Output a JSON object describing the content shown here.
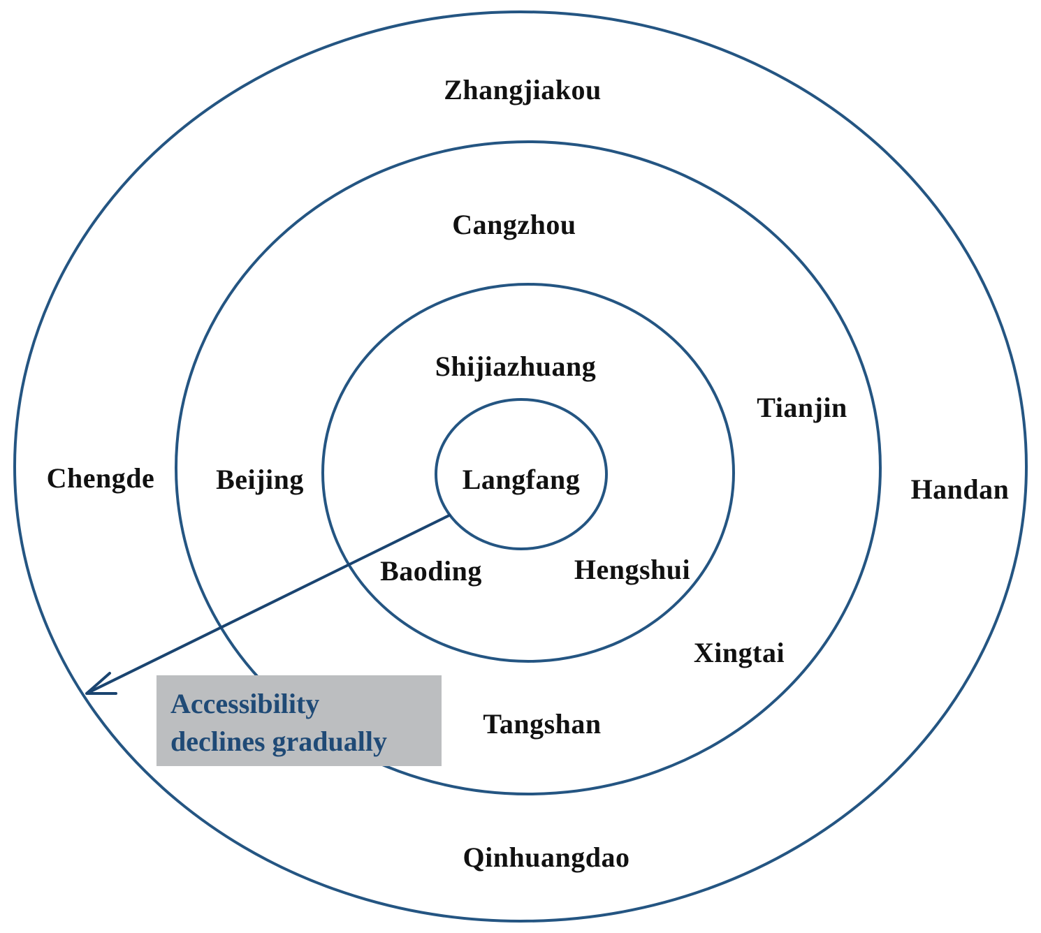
{
  "rings": [
    {
      "name": "ring-1",
      "cities": [
        "Langfang"
      ]
    },
    {
      "name": "ring-2",
      "cities": [
        "Shijiazhuang",
        "Baoding",
        "Hengshui"
      ]
    },
    {
      "name": "ring-3",
      "cities": [
        "Cangzhou",
        "Beijing",
        "Tianjin",
        "Xingtai",
        "Tangshan"
      ]
    },
    {
      "name": "ring-4",
      "cities": [
        "Zhangjiakou",
        "Chengde",
        "Handan",
        "Qinhuangdao"
      ]
    }
  ],
  "arrow": {
    "label_line1": "Accessibility",
    "label_line2": "declines gradually"
  },
  "colors": {
    "ring_stroke": "#245582",
    "arrow": "#1a4470",
    "note_box": "#bcbec0",
    "note_text": "#1f4a76"
  }
}
